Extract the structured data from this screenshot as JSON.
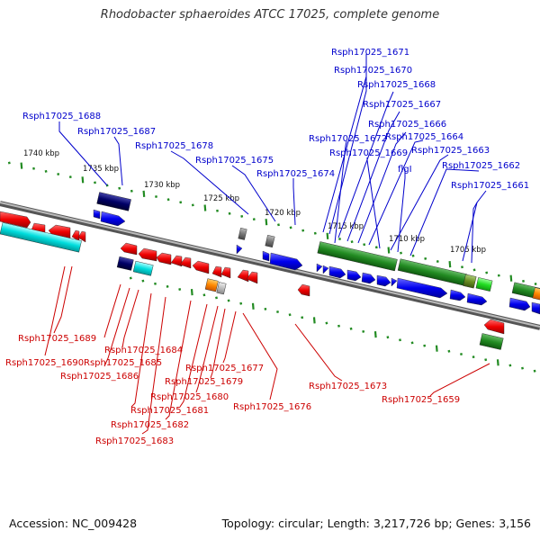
{
  "title": "Rhodobacter sphaeroides ATCC 17025, complete genome",
  "footer": {
    "accession": "Accession: NC_009428",
    "summary": "Topology: circular; Length: 3,217,726 bp; Genes: 3,156"
  },
  "colors": {
    "forward_label": "#0000cc",
    "reverse_label": "#cc0000",
    "tick": "#228b22",
    "backbone": "#808080"
  },
  "kbp_ticks": [
    "1740 kbp",
    "1735 kbp",
    "1730 kbp",
    "1725 kbp",
    "1720 kbp",
    "1715 kbp",
    "1710 kbp",
    "1705 kbp"
  ],
  "forward_labels": [
    "Rsph17025_1671",
    "Rsph17025_1670",
    "Rsph17025_1668",
    "Rsph17025_1667",
    "Rsph17025_1688",
    "Rsph17025_1666",
    "Rsph17025_1687",
    "Rsph17025_1672",
    "Rsph17025_1664",
    "Rsph17025_1678",
    "Rsph17025_1669",
    "Rsph17025_1663",
    "Rsph17025_1675",
    "flgI",
    "Rsph17025_1662",
    "Rsph17025_1674",
    "Rsph17025_1661"
  ],
  "reverse_labels": [
    "Rsph17025_1689",
    "Rsph17025_1684",
    "Rsph17025_1690",
    "Rsph17025_1685",
    "Rsph17025_1686",
    "Rsph17025_1677",
    "Rsph17025_1679",
    "Rsph17025_1673",
    "Rsph17025_1680",
    "Rsph17025_1659",
    "Rsph17025_1676",
    "Rsph17025_1681",
    "Rsph17025_1682",
    "Rsph17025_1683"
  ]
}
